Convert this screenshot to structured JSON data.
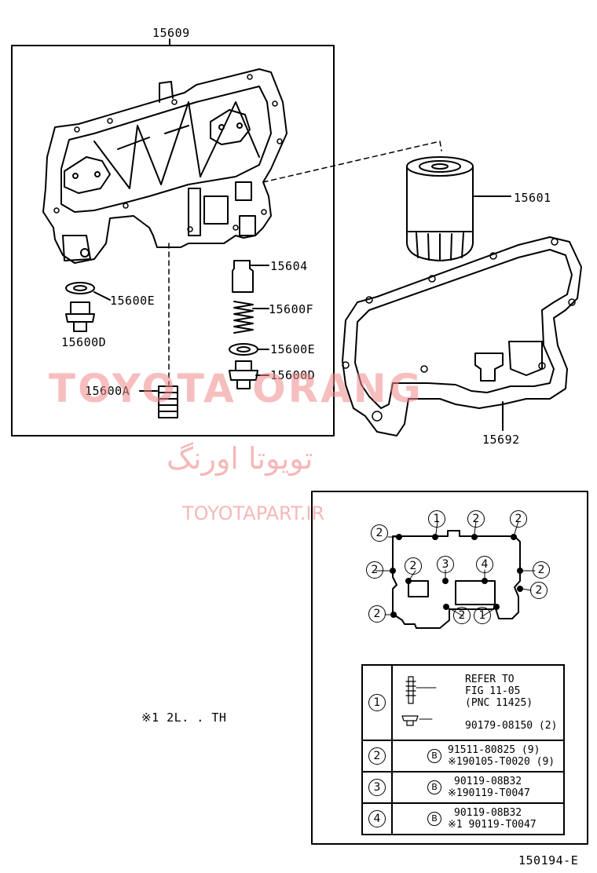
{
  "title_part": "15609",
  "parts": {
    "filter": "15601",
    "valve": "15604",
    "gasket_e_left": "15600E",
    "plug_d_left": "15600D",
    "spring": "15600F",
    "gasket_e_right": "15600E",
    "plug_d_right": "15600D",
    "sleeve": "15600A",
    "gasket": "15692"
  },
  "watermark": {
    "main": "TOYOTA ORANG",
    "farsi": "تویوتا اورنگ",
    "url": "TOYOTAPART.IR"
  },
  "note": "※1 2L. . TH",
  "bolt_callouts": [
    "2",
    "1",
    "2",
    "2",
    "2",
    "2",
    "3",
    "4",
    "2",
    "2",
    "2",
    "2",
    "1"
  ],
  "legend": [
    {
      "num": "1",
      "lines": [
        "REFER TO",
        "FIG 11-05",
        "(PNC 11425)"
      ],
      "part": "90179-08150 (2)"
    },
    {
      "num": "2",
      "b": "B",
      "lines": [
        "91511-80825 (9)",
        "※190105-T0020 (9)"
      ]
    },
    {
      "num": "3",
      "b": "B",
      "lines": [
        "90119-08B32",
        "※190119-T0047"
      ]
    },
    {
      "num": "4",
      "b": "B",
      "lines": [
        "90119-08B32",
        "※1 90119-T0047"
      ]
    }
  ],
  "figure_code": "150194-E"
}
